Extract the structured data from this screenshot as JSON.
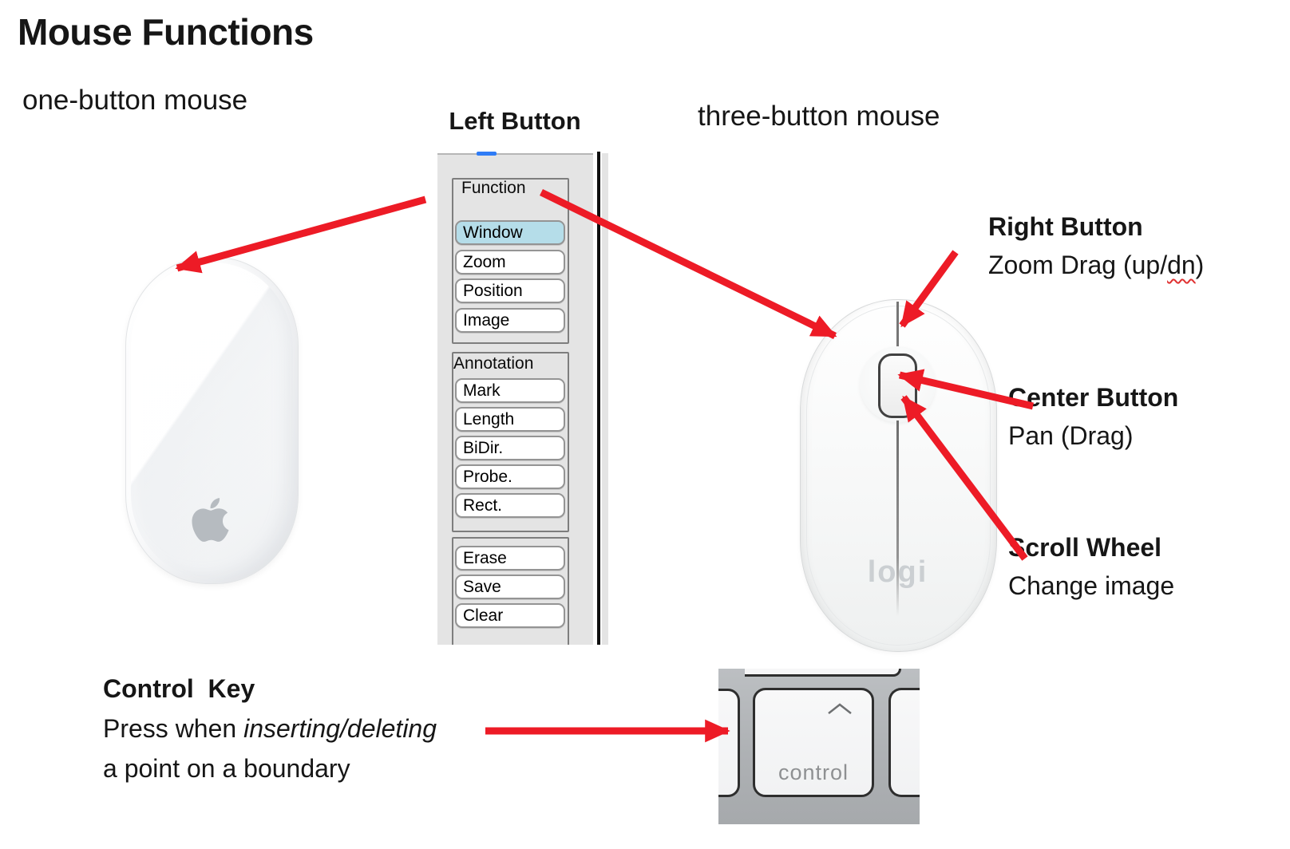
{
  "slide": {
    "title": "Mouse Functions",
    "one_button_label": "one-button mouse",
    "left_button_label": "Left Button",
    "three_button_label": "three-button mouse"
  },
  "panel": {
    "groups": [
      {
        "label": "Function",
        "buttons": [
          {
            "label": "Window",
            "selected": true
          },
          {
            "label": "Zoom"
          },
          {
            "label": "Position"
          },
          {
            "label": "Image"
          }
        ]
      },
      {
        "label": "Annotation",
        "buttons": [
          {
            "label": "Mark"
          },
          {
            "label": "Length"
          },
          {
            "label": "BiDir."
          },
          {
            "label": "Probe."
          },
          {
            "label": "Rect."
          }
        ]
      },
      {
        "label": "",
        "buttons": [
          {
            "label": "Erase"
          },
          {
            "label": "Save"
          },
          {
            "label": "Clear"
          }
        ]
      }
    ]
  },
  "callouts": {
    "right_button": {
      "title": "Right Button",
      "desc_prefix": "Zoom Drag (up/",
      "desc_flagged": "dn",
      "desc_suffix": ")"
    },
    "center_button": {
      "title": "Center Button",
      "desc": "Pan (Drag)"
    },
    "scroll_wheel": {
      "title": "Scroll Wheel",
      "desc": "Change image"
    },
    "control_key": {
      "title": "Control  Key",
      "desc_prefix": "Press when ",
      "desc_italic": "inserting/deleting",
      "desc_line2": "a point on a boundary"
    }
  },
  "devices": {
    "logi_mouse": {
      "brand": "logi"
    },
    "keyboard": {
      "key_label": "control"
    }
  },
  "colors": {
    "arrow_red": "#ed1b26",
    "selected_button_cyan": "#b5dde9",
    "scrollbar_blue": "#2f7cf6"
  }
}
